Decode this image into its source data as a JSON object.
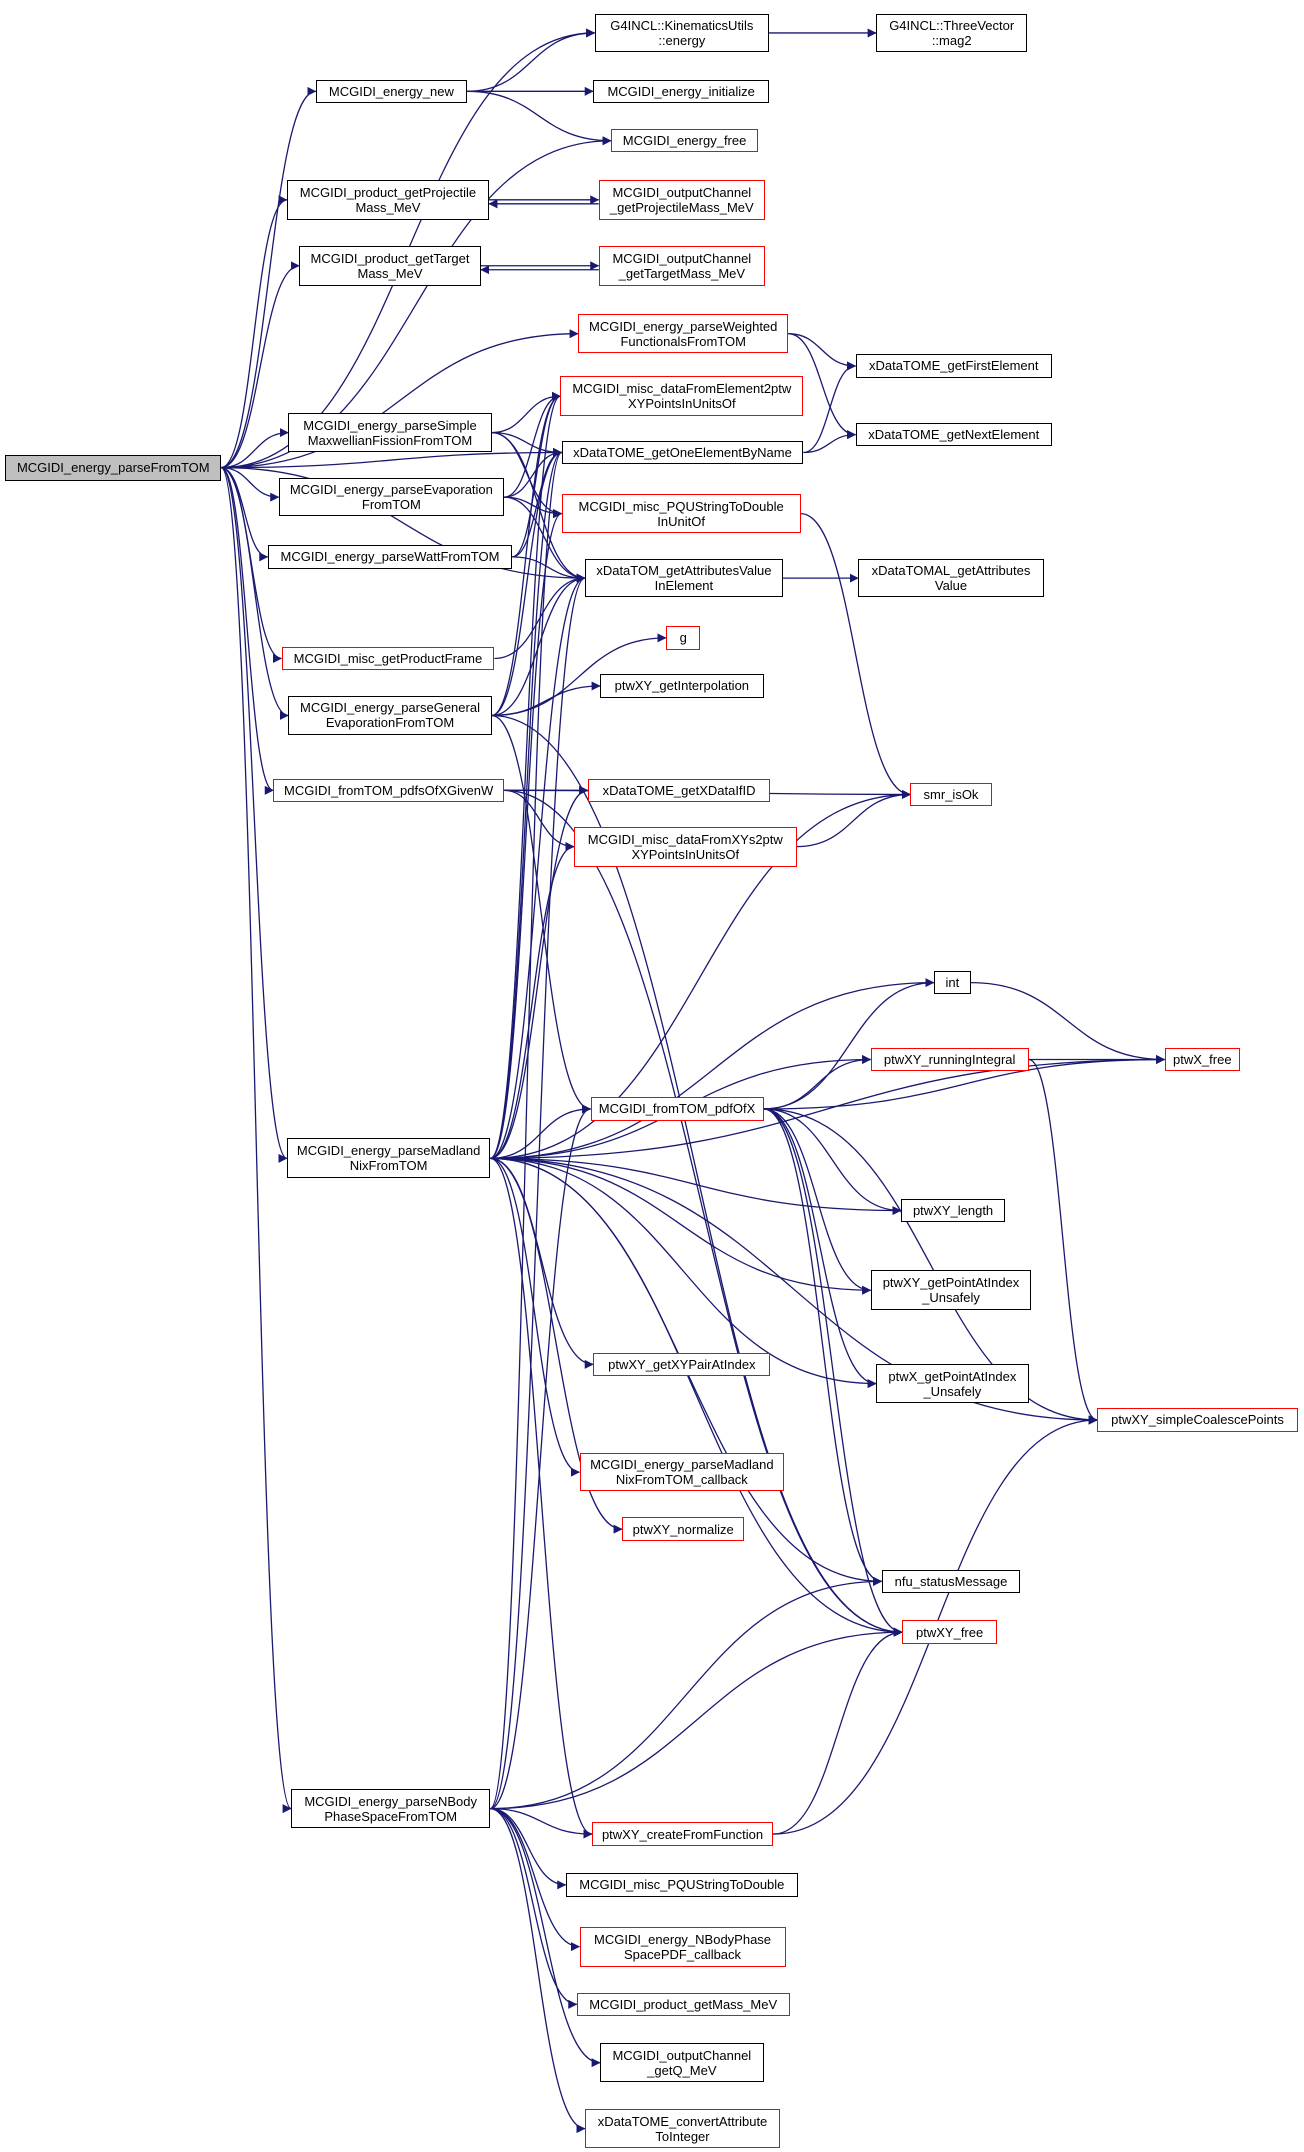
{
  "graph": {
    "colors": {
      "edge": "#191970",
      "node_border": "#000000",
      "node_border_red": "#ff0000",
      "root_fill": "#bfbfbf"
    },
    "nodes": [
      {
        "id": "root",
        "lines": [
          "MCGIDI_energy_parseFromTOM"
        ],
        "style": "root"
      },
      {
        "id": "kin",
        "lines": [
          "G4INCL::KinematicsUtils",
          "::energy"
        ],
        "style": "black"
      },
      {
        "id": "tv",
        "lines": [
          "G4INCL::ThreeVector",
          "::mag2"
        ],
        "style": "black"
      },
      {
        "id": "enew",
        "lines": [
          "MCGIDI_energy_new"
        ],
        "style": "black"
      },
      {
        "id": "einit",
        "lines": [
          "MCGIDI_energy_initialize"
        ],
        "style": "black"
      },
      {
        "id": "efree",
        "lines": [
          "MCGIDI_energy_free"
        ],
        "style": "red"
      },
      {
        "id": "pgpm",
        "lines": [
          "MCGIDI_product_getProjectile",
          "Mass_MeV"
        ],
        "style": "black"
      },
      {
        "id": "ocpm",
        "lines": [
          "MCGIDI_outputChannel",
          "_getProjectileMass_MeV"
        ],
        "style": "red"
      },
      {
        "id": "pgtm",
        "lines": [
          "MCGIDI_product_getTarget",
          "Mass_MeV"
        ],
        "style": "black"
      },
      {
        "id": "octm",
        "lines": [
          "MCGIDI_outputChannel",
          "_getTargetMass_MeV"
        ],
        "style": "red"
      },
      {
        "id": "pwf",
        "lines": [
          "MCGIDI_energy_parseWeighted",
          "FunctionalsFromTOM"
        ],
        "style": "red"
      },
      {
        "id": "gfe",
        "lines": [
          "xDataTOME_getFirstElement"
        ],
        "style": "black"
      },
      {
        "id": "df2p",
        "lines": [
          "MCGIDI_misc_dataFromElement2ptw",
          "XYPointsInUnitsOf"
        ],
        "style": "red"
      },
      {
        "id": "psm",
        "lines": [
          "MCGIDI_energy_parseSimple",
          "MaxwellianFissionFromTOM"
        ],
        "style": "black"
      },
      {
        "id": "goe",
        "lines": [
          "xDataTOME_getOneElementByName"
        ],
        "style": "black"
      },
      {
        "id": "gne",
        "lines": [
          "xDataTOME_getNextElement"
        ],
        "style": "black"
      },
      {
        "id": "pev",
        "lines": [
          "MCGIDI_energy_parseEvaporation",
          "FromTOM"
        ],
        "style": "black"
      },
      {
        "id": "pqu",
        "lines": [
          "MCGIDI_misc_PQUStringToDouble",
          "InUnitOf"
        ],
        "style": "red"
      },
      {
        "id": "pwatt",
        "lines": [
          "MCGIDI_energy_parseWattFromTOM"
        ],
        "style": "black"
      },
      {
        "id": "gav",
        "lines": [
          "xDataTOM_getAttributesValue",
          "InElement"
        ],
        "style": "black"
      },
      {
        "id": "xal",
        "lines": [
          "xDataTOMAL_getAttributes",
          "Value"
        ],
        "style": "black"
      },
      {
        "id": "gpf",
        "lines": [
          "MCGIDI_misc_getProductFrame"
        ],
        "style": "red"
      },
      {
        "id": "g",
        "lines": [
          "g"
        ],
        "style": "red"
      },
      {
        "id": "pge",
        "lines": [
          "MCGIDI_energy_parseGeneral",
          "EvaporationFromTOM"
        ],
        "style": "black"
      },
      {
        "id": "gint",
        "lines": [
          "ptwXY_getInterpolation"
        ],
        "style": "black"
      },
      {
        "id": "ftp",
        "lines": [
          "MCGIDI_fromTOM_pdfsOfXGivenW"
        ],
        "style": "red"
      },
      {
        "id": "gdid",
        "lines": [
          "xDataTOME_getXDataIfID"
        ],
        "style": "red"
      },
      {
        "id": "smr",
        "lines": [
          "smr_isOk"
        ],
        "style": "red"
      },
      {
        "id": "dfx",
        "lines": [
          "MCGIDI_misc_dataFromXYs2ptw",
          "XYPointsInUnitsOf"
        ],
        "style": "red"
      },
      {
        "id": "int",
        "lines": [
          "int"
        ],
        "style": "black"
      },
      {
        "id": "ri",
        "lines": [
          "ptwXY_runningIntegral"
        ],
        "style": "red"
      },
      {
        "id": "pxf",
        "lines": [
          "ptwX_free"
        ],
        "style": "red"
      },
      {
        "id": "ftpdf",
        "lines": [
          "MCGIDI_fromTOM_pdfOfX"
        ],
        "style": "red"
      },
      {
        "id": "pmn",
        "lines": [
          "MCGIDI_energy_parseMadland",
          "NixFromTOM"
        ],
        "style": "black"
      },
      {
        "id": "len",
        "lines": [
          "ptwXY_length"
        ],
        "style": "black"
      },
      {
        "id": "gpai",
        "lines": [
          "ptwXY_getPointAtIndex",
          "_Unsafely"
        ],
        "style": "black"
      },
      {
        "id": "gxy",
        "lines": [
          "ptwXY_getXYPairAtIndex"
        ],
        "style": "red"
      },
      {
        "id": "xgpai",
        "lines": [
          "ptwX_getPointAtIndex",
          "_Unsafely"
        ],
        "style": "black"
      },
      {
        "id": "scp",
        "lines": [
          "ptwXY_simpleCoalescePoints"
        ],
        "style": "red"
      },
      {
        "id": "mncb",
        "lines": [
          "MCGIDI_energy_parseMadland",
          "NixFromTOM_callback"
        ],
        "style": "red"
      },
      {
        "id": "norm",
        "lines": [
          "ptwXY_normalize"
        ],
        "style": "red"
      },
      {
        "id": "nfu",
        "lines": [
          "nfu_statusMessage"
        ],
        "style": "black"
      },
      {
        "id": "pxyf",
        "lines": [
          "ptwXY_free"
        ],
        "style": "red"
      },
      {
        "id": "pnb",
        "lines": [
          "MCGIDI_energy_parseNBody",
          "PhaseSpaceFromTOM"
        ],
        "style": "black"
      },
      {
        "id": "cff",
        "lines": [
          "ptwXY_createFromFunction"
        ],
        "style": "red"
      },
      {
        "id": "pqud",
        "lines": [
          "MCGIDI_misc_PQUStringToDouble"
        ],
        "style": "black"
      },
      {
        "id": "nbcb",
        "lines": [
          "MCGIDI_energy_NBodyPhase",
          "SpacePDF_callback"
        ],
        "style": "red"
      },
      {
        "id": "pgm",
        "lines": [
          "MCGIDI_product_getMass_MeV"
        ],
        "style": "red"
      },
      {
        "id": "ocq",
        "lines": [
          "MCGIDI_outputChannel",
          "_getQ_MeV"
        ],
        "style": "black"
      },
      {
        "id": "cati",
        "lines": [
          "xDataTOME_convertAttribute",
          "ToInteger"
        ],
        "style": "red"
      }
    ],
    "edges": [
      [
        "root",
        "kin"
      ],
      [
        "root",
        "enew"
      ],
      [
        "root",
        "efree"
      ],
      [
        "root",
        "pgpm"
      ],
      [
        "root",
        "pgtm"
      ],
      [
        "root",
        "pwf"
      ],
      [
        "root",
        "goe"
      ],
      [
        "root",
        "psm"
      ],
      [
        "root",
        "pev"
      ],
      [
        "root",
        "pwatt"
      ],
      [
        "root",
        "gav"
      ],
      [
        "root",
        "gpf"
      ],
      [
        "root",
        "pge"
      ],
      [
        "root",
        "ftp"
      ],
      [
        "root",
        "pmn"
      ],
      [
        "root",
        "pnb"
      ],
      [
        "kin",
        "tv"
      ],
      [
        "enew",
        "kin"
      ],
      [
        "enew",
        "einit"
      ],
      [
        "enew",
        "efree"
      ],
      [
        "pgpm",
        "ocpm"
      ],
      [
        "ocpm",
        "pgpm"
      ],
      [
        "pgtm",
        "octm"
      ],
      [
        "octm",
        "pgtm"
      ],
      [
        "pwf",
        "gfe"
      ],
      [
        "pwf",
        "gne"
      ],
      [
        "goe",
        "gfe"
      ],
      [
        "goe",
        "gne"
      ],
      [
        "psm",
        "df2p"
      ],
      [
        "psm",
        "goe"
      ],
      [
        "psm",
        "pqu"
      ],
      [
        "psm",
        "gav"
      ],
      [
        "pev",
        "df2p"
      ],
      [
        "pev",
        "goe"
      ],
      [
        "pev",
        "pqu"
      ],
      [
        "pev",
        "gav"
      ],
      [
        "pwatt",
        "df2p"
      ],
      [
        "pwatt",
        "goe"
      ],
      [
        "pwatt",
        "gav"
      ],
      [
        "gav",
        "xal"
      ],
      [
        "gpf",
        "gav"
      ],
      [
        "pqu",
        "smr"
      ],
      [
        "pge",
        "df2p"
      ],
      [
        "pge",
        "goe"
      ],
      [
        "pge",
        "gav"
      ],
      [
        "pge",
        "g"
      ],
      [
        "pge",
        "gint"
      ],
      [
        "pge",
        "ftpdf"
      ],
      [
        "pge",
        "pxyf"
      ],
      [
        "ftp",
        "gdid"
      ],
      [
        "ftp",
        "smr"
      ],
      [
        "ftp",
        "dfx"
      ],
      [
        "ftp",
        "pxyf"
      ],
      [
        "dfx",
        "smr"
      ],
      [
        "int",
        "pxf"
      ],
      [
        "ri",
        "pxf"
      ],
      [
        "ri",
        "scp"
      ],
      [
        "ftpdf",
        "int"
      ],
      [
        "ftpdf",
        "ri"
      ],
      [
        "ftpdf",
        "pxf"
      ],
      [
        "ftpdf",
        "len"
      ],
      [
        "ftpdf",
        "gpai"
      ],
      [
        "ftpdf",
        "xgpai"
      ],
      [
        "ftpdf",
        "scp"
      ],
      [
        "ftpdf",
        "nfu"
      ],
      [
        "ftpdf",
        "pxyf"
      ],
      [
        "pmn",
        "df2p"
      ],
      [
        "pmn",
        "goe"
      ],
      [
        "pmn",
        "pqu"
      ],
      [
        "pmn",
        "gav"
      ],
      [
        "pmn",
        "gdid"
      ],
      [
        "pmn",
        "smr"
      ],
      [
        "pmn",
        "dfx"
      ],
      [
        "pmn",
        "int"
      ],
      [
        "pmn",
        "ri"
      ],
      [
        "pmn",
        "pxf"
      ],
      [
        "pmn",
        "ftpdf"
      ],
      [
        "pmn",
        "len"
      ],
      [
        "pmn",
        "gpai"
      ],
      [
        "pmn",
        "gxy"
      ],
      [
        "pmn",
        "xgpai"
      ],
      [
        "pmn",
        "scp"
      ],
      [
        "pmn",
        "mncb"
      ],
      [
        "pmn",
        "norm"
      ],
      [
        "pmn",
        "nfu"
      ],
      [
        "pmn",
        "pxyf"
      ],
      [
        "pmn",
        "cff"
      ],
      [
        "pnb",
        "goe"
      ],
      [
        "pnb",
        "gav"
      ],
      [
        "pnb",
        "ftpdf"
      ],
      [
        "pnb",
        "nfu"
      ],
      [
        "pnb",
        "pxyf"
      ],
      [
        "pnb",
        "cff"
      ],
      [
        "pnb",
        "pqud"
      ],
      [
        "pnb",
        "nbcb"
      ],
      [
        "pnb",
        "pgm"
      ],
      [
        "pnb",
        "ocq"
      ],
      [
        "pnb",
        "cati"
      ],
      [
        "cff",
        "pxyf"
      ],
      [
        "cff",
        "scp"
      ]
    ]
  }
}
